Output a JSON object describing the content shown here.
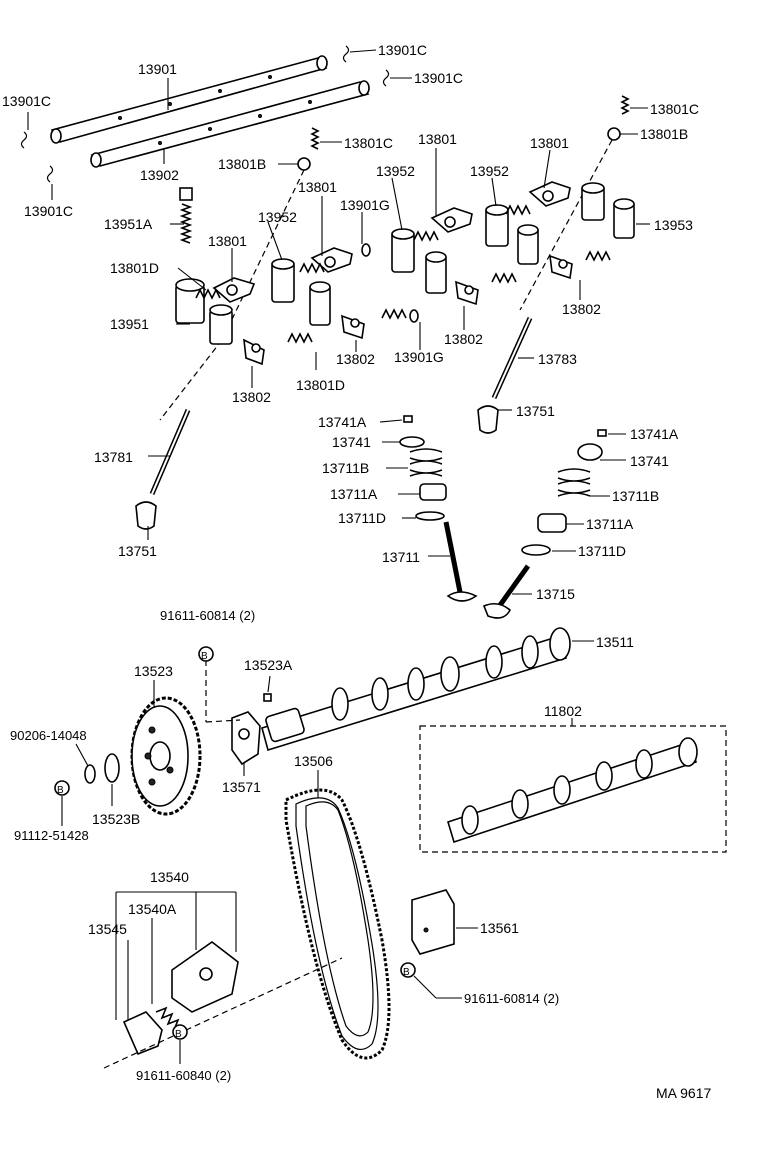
{
  "footer": {
    "code": "MA 9617"
  },
  "labels": {
    "p13901": "13901",
    "p13902": "13902",
    "p13901C_a": "13901C",
    "p13901C_b": "13901C",
    "p13901C_c": "13901C",
    "p13901C_d": "13901C",
    "p13801C_a": "13801C",
    "p13801C_b": "13801C",
    "p13801B_a": "13801B",
    "p13801B_b": "13801B",
    "p13801_a": "13801",
    "p13801_b": "13801",
    "p13801_c": "13801",
    "p13801_d": "13801",
    "p13952_a": "13952",
    "p13952_b": "13952",
    "p13952_c": "13952",
    "p13953": "13953",
    "p13951A": "13951A",
    "p13951": "13951",
    "p13801D_a": "13801D",
    "p13801D_b": "13801D",
    "p13901G_a": "13901G",
    "p13901G_b": "13901G",
    "p13802_a": "13802",
    "p13802_b": "13802",
    "p13802_c": "13802",
    "p13802_d": "13802",
    "p13783": "13783",
    "p13781": "13781",
    "p13751_a": "13751",
    "p13751_b": "13751",
    "p13741A_a": "13741A",
    "p13741A_b": "13741A",
    "p13741_a": "13741",
    "p13741_b": "13741",
    "p13711B_a": "13711B",
    "p13711B_b": "13711B",
    "p13711A_a": "13711A",
    "p13711A_b": "13711A",
    "p13711D_a": "13711D",
    "p13711D_b": "13711D",
    "p13711": "13711",
    "p13715": "13715",
    "p13511": "13511",
    "p11802": "11802",
    "p91611_60814_a": "91611-60814 (2)",
    "p91611_60814_b": "91611-60814 (2)",
    "p91611_60840": "91611-60840 (2)",
    "p13523": "13523",
    "p13523A": "13523A",
    "p13523B": "13523B",
    "p90206": "90206-14048",
    "p91112": "91112-51428",
    "p13571": "13571",
    "p13506": "13506",
    "p13540": "13540",
    "p13540A": "13540A",
    "p13545": "13545",
    "p13561": "13561",
    "marker_b1": "B",
    "marker_b2": "B",
    "marker_b3": "B",
    "marker_b4": "B"
  }
}
